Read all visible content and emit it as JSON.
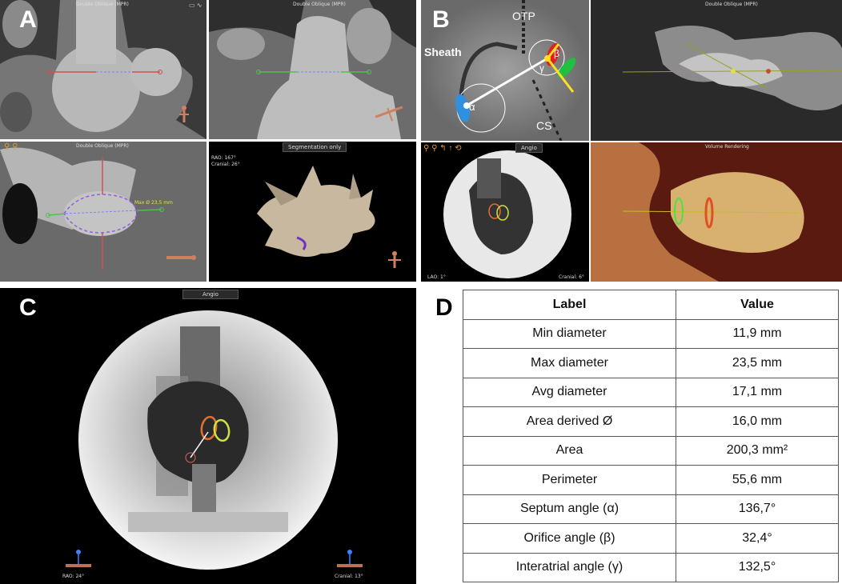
{
  "panels": {
    "A": {
      "label": "A",
      "views": [
        "Double Oblique (MPR)",
        "Double Oblique (MPR)",
        "Double Oblique (MPR)",
        "Segmentation only"
      ],
      "measure_label": "Max Ø 23,5 mm",
      "view3d_rao": "RAO: 167°",
      "view3d_cranial": "Cranial: 26°"
    },
    "B": {
      "label": "B",
      "fluoro": {
        "sheath": "Sheath",
        "otp": "OTP",
        "cs": "CS",
        "alpha": "α",
        "beta": "β",
        "gamma": "γ"
      },
      "angle_dropdown": "Angio",
      "lao": "LAO: 1°",
      "cranial": "Cranial: 6°",
      "right_views": [
        "Double Oblique (MPR)",
        "Volume Rendering"
      ]
    },
    "C": {
      "label": "C",
      "angle_dropdown": "Angio",
      "rao": "RAO: 24°",
      "cranial": "Cranial: 13°"
    },
    "D": {
      "label": "D"
    }
  },
  "table": {
    "headers": [
      "Label",
      "Value"
    ],
    "rows": [
      [
        "Min diameter",
        "11,9 mm"
      ],
      [
        "Max diameter",
        "23,5 mm"
      ],
      [
        "Avg diameter",
        "17,1 mm"
      ],
      [
        "Area derived Ø",
        "16,0 mm"
      ],
      [
        "Area",
        "200,3 mm²"
      ],
      [
        "Perimeter",
        "55,6 mm"
      ],
      [
        "Septum angle (α)",
        "136,7°"
      ],
      [
        "Orifice angle (β)",
        "32,4°"
      ],
      [
        "Interatrial angle (γ)",
        "132,5°"
      ]
    ]
  },
  "colors": {
    "measure_red": "#d05050",
    "measure_green": "#50c050",
    "dashed_blue": "#8080ff",
    "fossa_purple": "#9060e0",
    "orange": "#e07030",
    "yellow_green": "#d0e040"
  }
}
